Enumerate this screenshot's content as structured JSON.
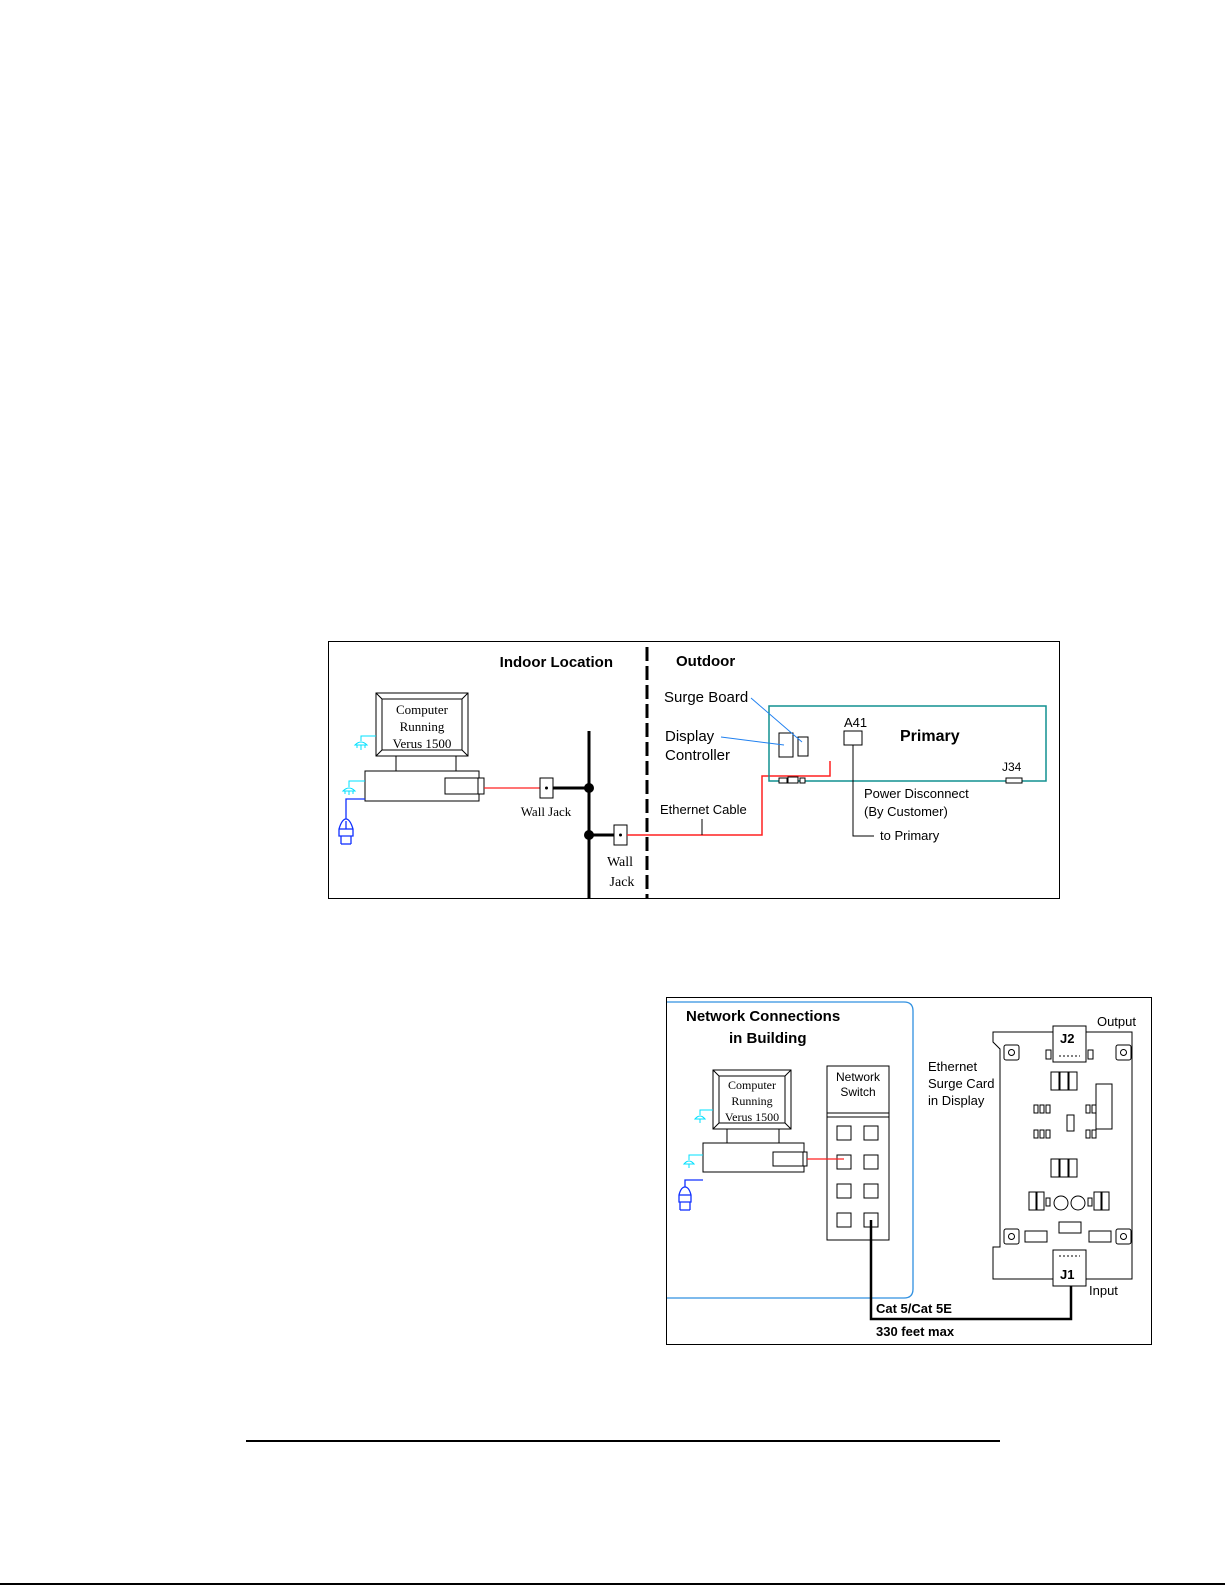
{
  "figure1": {
    "colors": {
      "ethernet": "#ff2020",
      "power": "#00e0ff",
      "mouse": "#1030ff",
      "callout": "#2080f0",
      "enclosure": "#109090",
      "ink": "#000000"
    },
    "indoor_label": "Indoor Location",
    "outdoor_label": "Outdoor",
    "computer": {
      "line1": "Computer",
      "line2": "Running",
      "line3": "Verus 1500"
    },
    "wall_jack_1": "Wall Jack",
    "wall_jack_2_line1": "Wall",
    "wall_jack_2_line2": "Jack",
    "surge_board": "Surge Board",
    "display_controller_line1": "Display",
    "display_controller_line2": "Controller",
    "a41": "A41",
    "primary": "Primary",
    "j34": "J34",
    "ethernet_cable": "Ethernet Cable",
    "power_disconnect_line1": "Power Disconnect",
    "power_disconnect_line2": "(By Customer)",
    "to_primary": "to Primary"
  },
  "figure2": {
    "colors": {
      "building_border": "#3090e0",
      "ethernet": "#ff2020",
      "power": "#00e0ff",
      "mouse": "#1030ff"
    },
    "title_line1": "Network Connections",
    "title_line2": "in Building",
    "computer": {
      "line1": "Computer",
      "line2": "Running",
      "line3": "Verus 1500"
    },
    "switch_line1": "Network",
    "switch_line2": "Switch",
    "surge_card_line1": "Ethernet",
    "surge_card_line2": "Surge Card",
    "surge_card_line3": "in Display",
    "output_label": "Output",
    "input_label": "Input",
    "j2": "J2",
    "j1": "J1",
    "cable_type": "Cat 5/Cat 5E",
    "cable_max": "330 feet max"
  }
}
